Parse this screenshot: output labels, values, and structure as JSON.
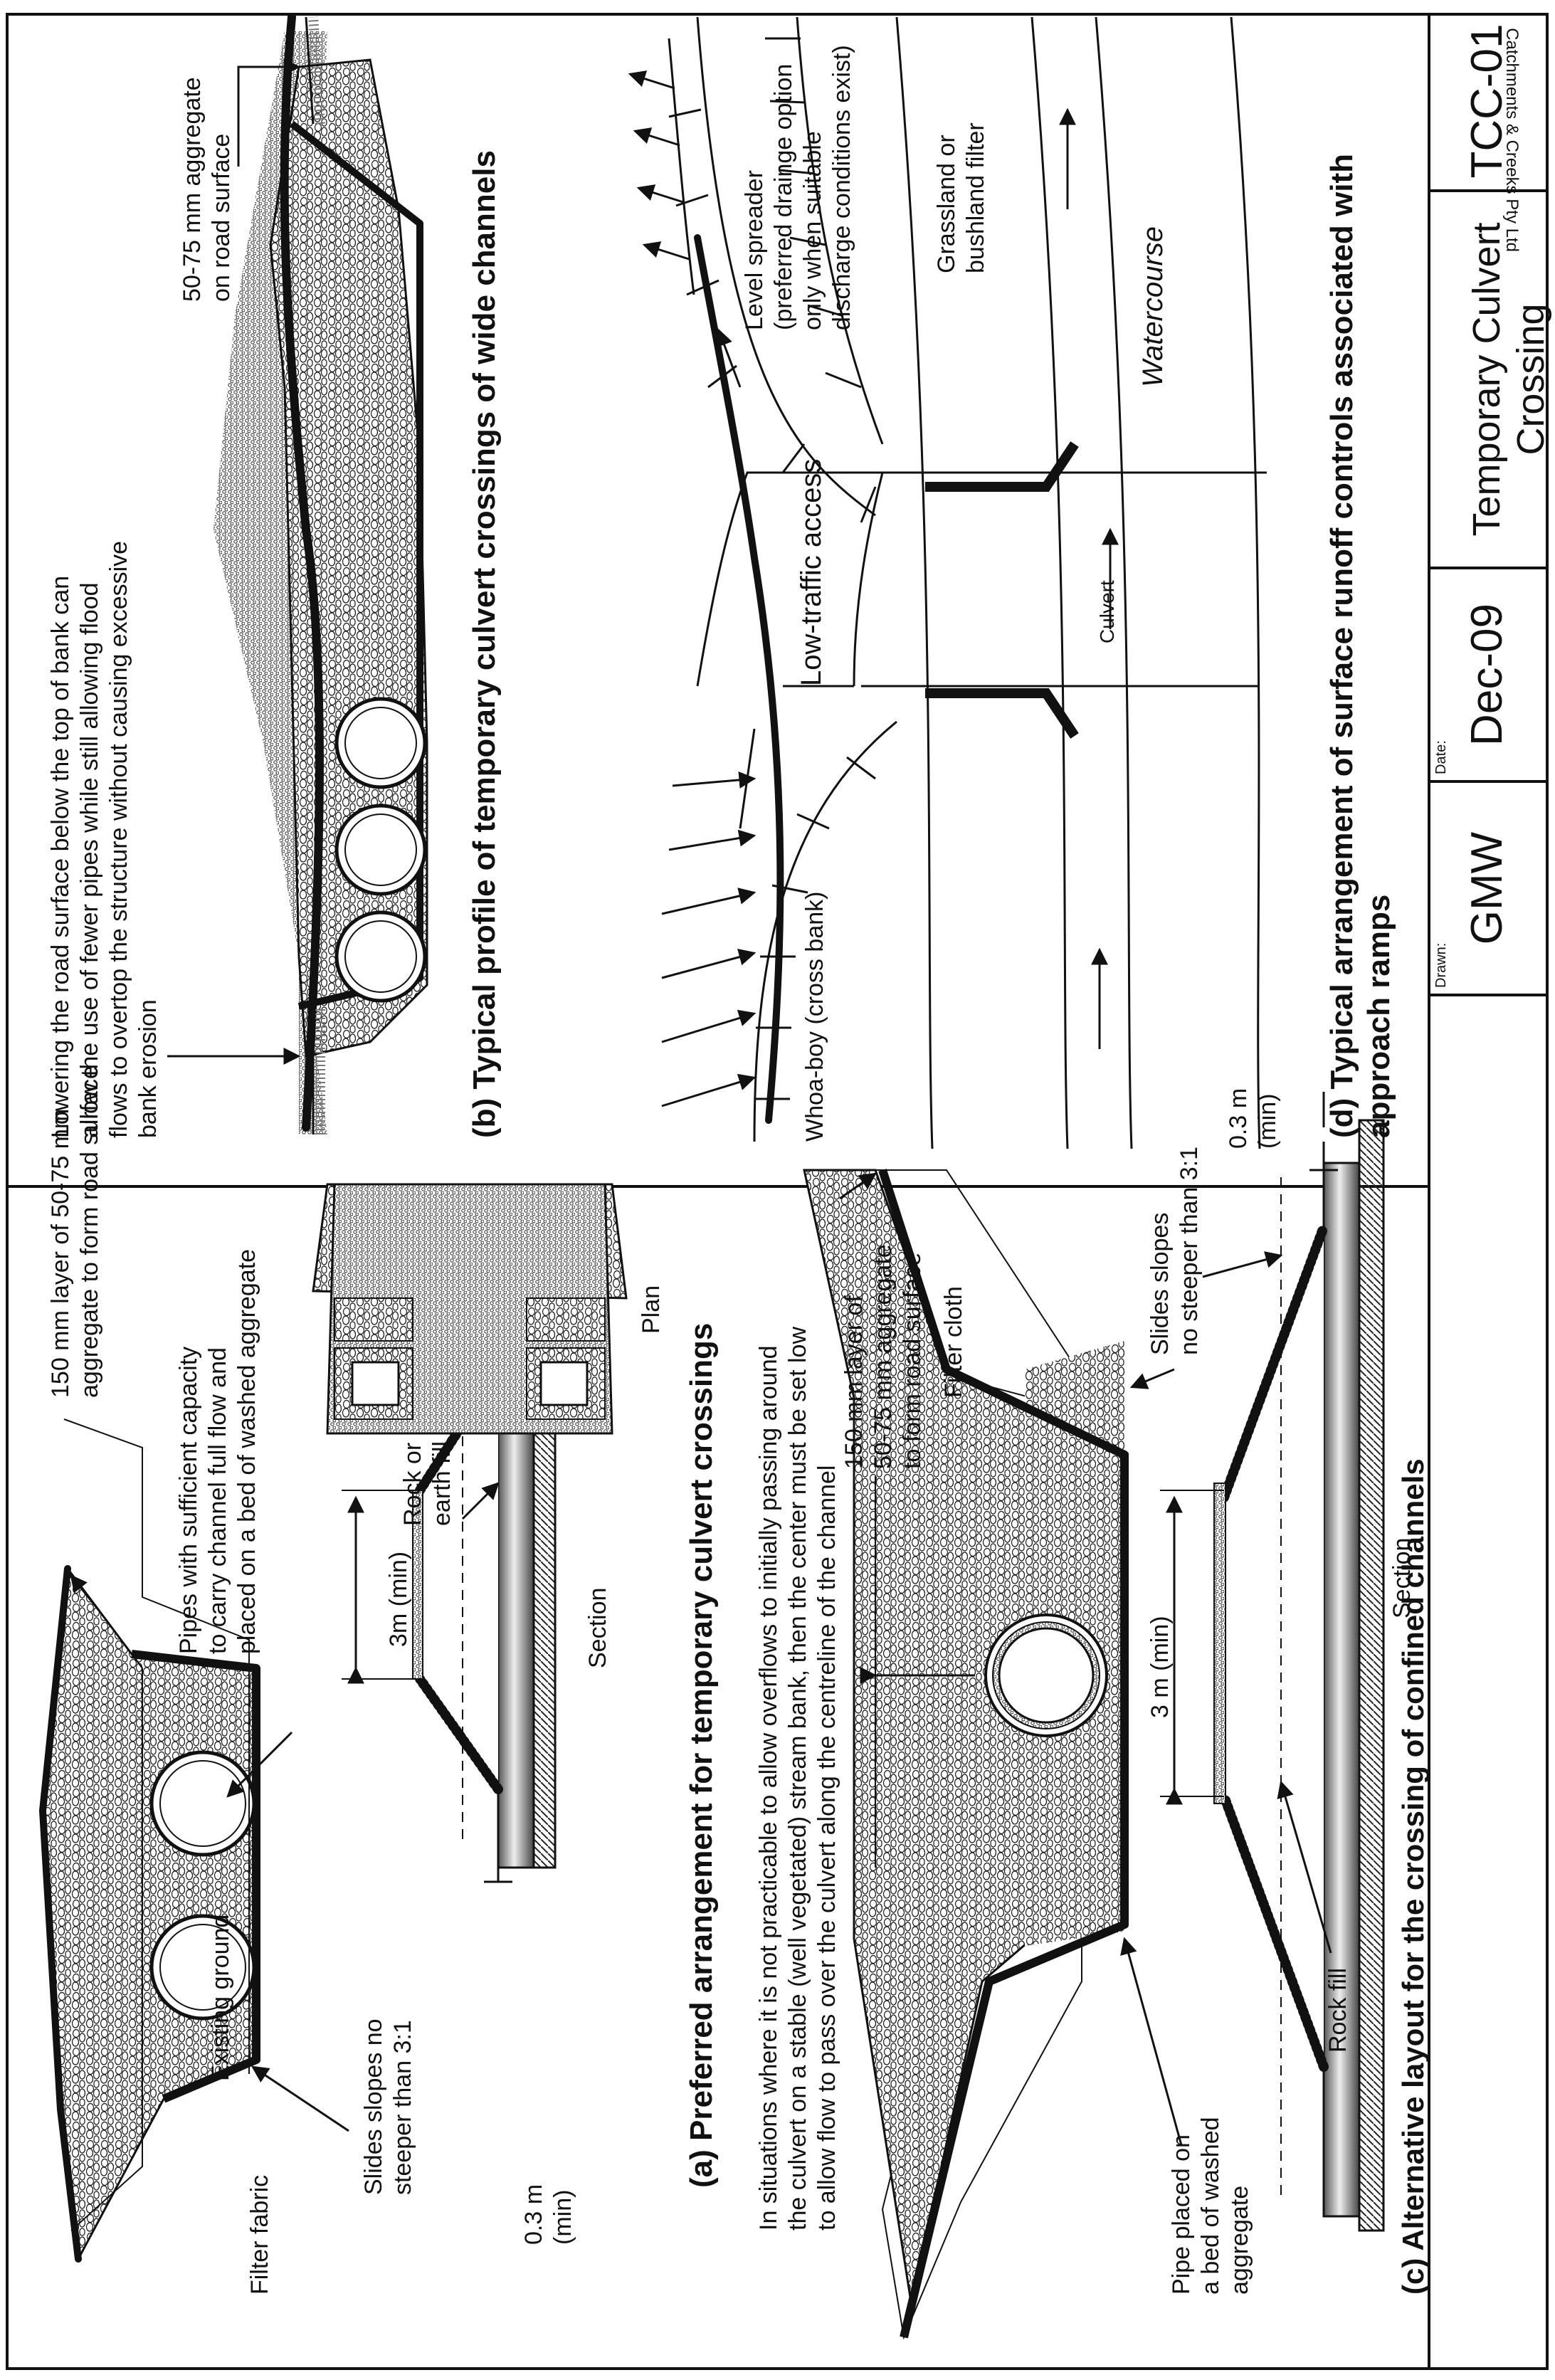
{
  "titleblock": {
    "drawn_label": "Drawn:",
    "drawn_value": "GMW",
    "date_label": "Date:",
    "date_value": "Dec-09",
    "title": "Temporary Culvert Crossing",
    "code": "TCC-01"
  },
  "credit": "Catchments & Creeks Pty Ltd",
  "panel_a": {
    "caption": "(a) Preferred arrangement for temporary culvert crossings",
    "labels": {
      "road_surface": "150 mm layer of 50-75 mm\naggregate to form road surface",
      "pipes": "Pipes with sufficient capacity\nto carry channel full flow and\nplaced on a bed of washed aggregate",
      "existing_ground": "Existing ground",
      "filter_fabric": "Filter fabric",
      "slopes": "Slides slopes no\nsteeper than 3:1",
      "width": "3m (min)",
      "rock_fill": "Rock or\nearth fill",
      "depth": "0.3 m\n(min)",
      "section": "Section",
      "plan": "Plan"
    }
  },
  "panel_b": {
    "caption": "(b) Typical profile of temporary culvert crossings of wide channels",
    "labels": {
      "lowering_note": "Lowering the road surface below the top of bank can\nallow the use of fewer pipes while still allowing flood\nflows to overtop the structure without causing excessive\nbank erosion",
      "aggregate": "50-75 mm aggregate\non road surface"
    }
  },
  "panel_c": {
    "caption": "(c) Alternative layout for the crossing of confined channels",
    "labels": {
      "note": "In situations where it is not practicable to allow overflows to initially passing around\nthe culvert on a stable (well vegetated) stream bank, then the center must be set low\nto allow flow to pass over the culvert along the centreline of the channel",
      "road_surface": "150 mm layer of\n50-75 mm aggregate\nto form road surface",
      "filter_cloth": "Filter cloth",
      "pipe_bed": "Pipe placed on\na bed of washed\naggregate",
      "rock_fill": "Rock fill",
      "width": "3 m (min)",
      "slopes": "Slides slopes\nno steeper than 3:1",
      "depth": "0.3 m\n(min)",
      "section": "Section"
    }
  },
  "panel_d": {
    "caption": "(d) Typical arrangement of surface runoff controls associated with\napproach ramps",
    "labels": {
      "whoa_boy": "Whoa-boy (cross bank)",
      "access": "Low-traffic access",
      "culvert": "Culvert",
      "watercourse": "Watercourse",
      "spreader": "Level spreader\n(preferred drainge option\nonly when suitable\ndischarge conditions exist)",
      "filter": "Grassland or\nbushland filter"
    }
  }
}
